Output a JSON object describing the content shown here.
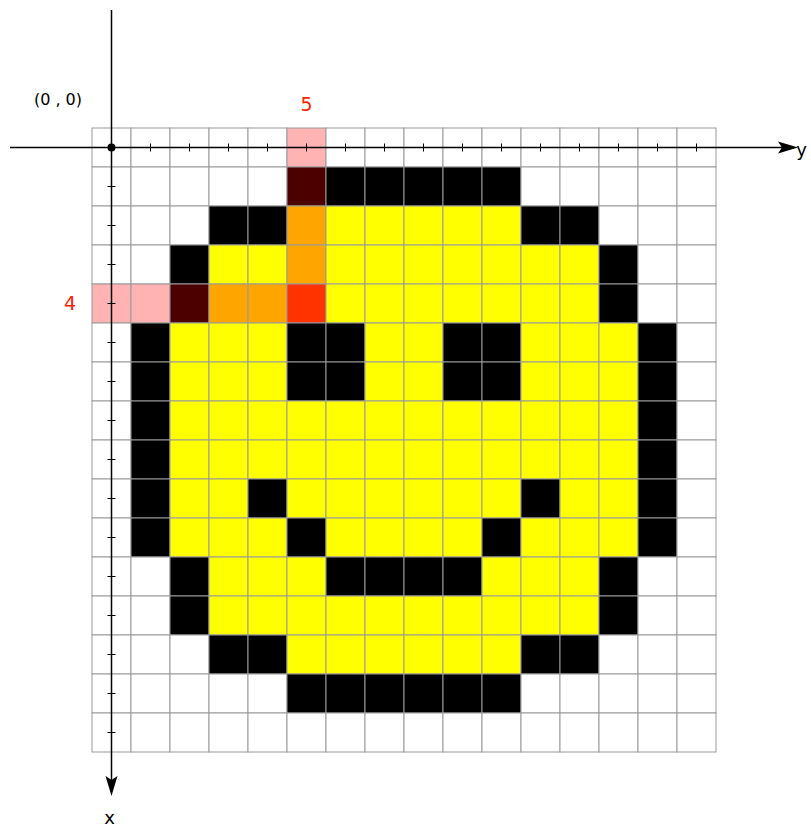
{
  "diagram": {
    "labels": [
      "(0 , 0)",
      "5",
      "4",
      "y",
      "x"
    ]
  }
}
